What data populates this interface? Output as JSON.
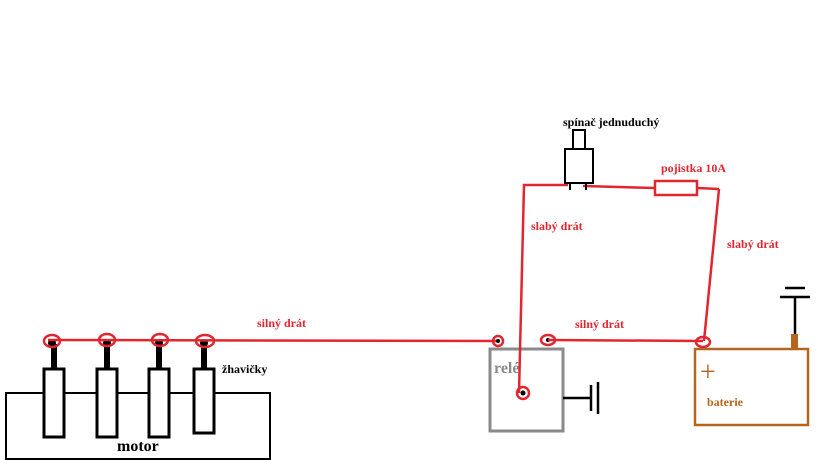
{
  "labels": {
    "switch": "spínač jednuduchý",
    "fuse": "pojistka 10A",
    "weak_wire_left": "slabý drát",
    "weak_wire_right": "slabý drát",
    "strong_wire_left": "silný drát",
    "strong_wire_right": "silný drát",
    "glow_plugs": "žhavičky",
    "motor": "motor",
    "relay": "relé",
    "battery": "baterie",
    "battery_plus": "+"
  },
  "colors": {
    "wire": "#e2262f",
    "component": "#000000",
    "relay": "#8a8a8a",
    "battery": "#b5651d"
  }
}
